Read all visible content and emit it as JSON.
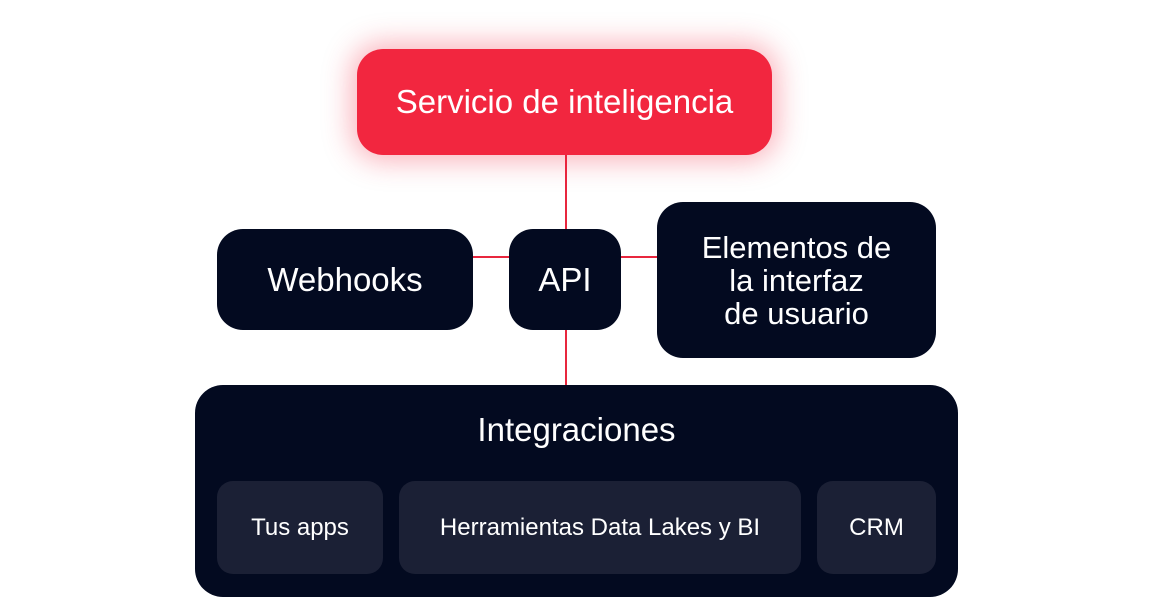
{
  "colors": {
    "accent": "#f2263f",
    "node_dark": "#030a20",
    "subnode": "#1b2035",
    "connector": "#e8263e",
    "text": "#ffffff"
  },
  "nodes": {
    "intelligence": "Servicio de inteligencia",
    "webhooks": "Webhooks",
    "api": "API",
    "ui_elements": "Elementos de\nla interfaz\nde usuario"
  },
  "integrations": {
    "title": "Integraciones",
    "items": [
      "Tus apps",
      "Herramientas Data Lakes y BI",
      "CRM"
    ]
  }
}
